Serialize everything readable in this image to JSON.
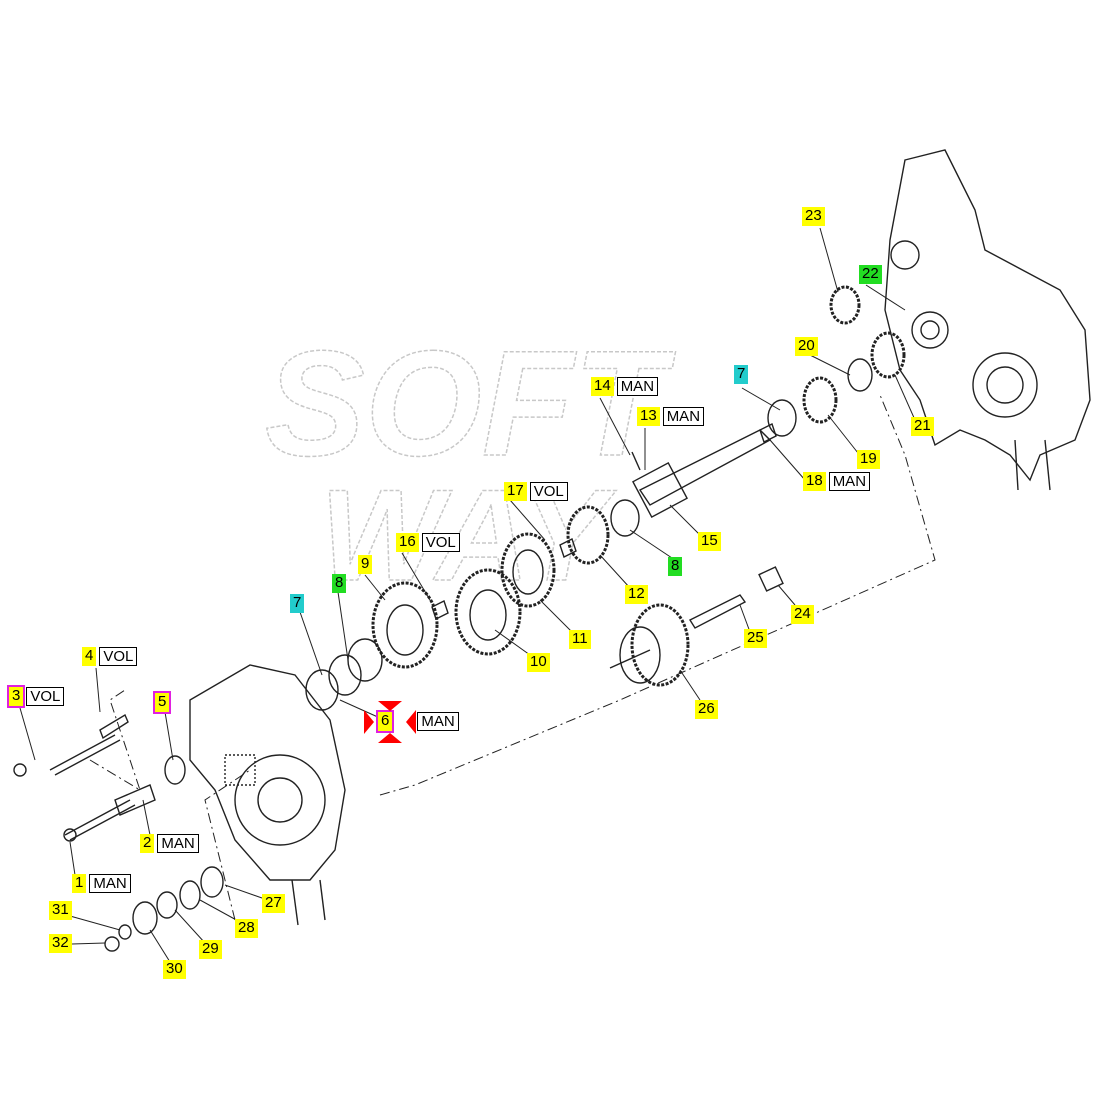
{
  "watermark": {
    "line1": "SOFT",
    "line2": "WAY"
  },
  "labels": [
    {
      "num": "1",
      "tag": "MAN",
      "color": "yellow"
    },
    {
      "num": "2",
      "tag": "MAN",
      "color": "yellow"
    },
    {
      "num": "3",
      "tag": "VOL",
      "color": "yellow",
      "selected": true
    },
    {
      "num": "4",
      "tag": "VOL",
      "color": "yellow"
    },
    {
      "num": "5",
      "color": "yellow",
      "selected": true
    },
    {
      "num": "6",
      "tag": "MAN",
      "color": "yellow",
      "selected": true,
      "active": true
    },
    {
      "num": "7",
      "color": "cyan"
    },
    {
      "num": "7",
      "color": "cyan"
    },
    {
      "num": "8",
      "color": "green"
    },
    {
      "num": "8",
      "color": "green"
    },
    {
      "num": "9",
      "color": "yellow"
    },
    {
      "num": "10",
      "color": "yellow"
    },
    {
      "num": "11",
      "color": "yellow"
    },
    {
      "num": "12",
      "color": "yellow"
    },
    {
      "num": "13",
      "tag": "MAN",
      "color": "yellow"
    },
    {
      "num": "14",
      "tag": "MAN",
      "color": "yellow"
    },
    {
      "num": "15",
      "color": "yellow"
    },
    {
      "num": "16",
      "tag": "VOL",
      "color": "yellow"
    },
    {
      "num": "17",
      "tag": "VOL",
      "color": "yellow"
    },
    {
      "num": "18",
      "tag": "MAN",
      "color": "yellow"
    },
    {
      "num": "19",
      "color": "yellow"
    },
    {
      "num": "20",
      "color": "yellow"
    },
    {
      "num": "21",
      "color": "yellow"
    },
    {
      "num": "22",
      "color": "green"
    },
    {
      "num": "23",
      "color": "yellow"
    },
    {
      "num": "24",
      "color": "yellow"
    },
    {
      "num": "25",
      "color": "yellow"
    },
    {
      "num": "26",
      "color": "yellow"
    },
    {
      "num": "27",
      "color": "yellow"
    },
    {
      "num": "28",
      "color": "yellow"
    },
    {
      "num": "29",
      "color": "yellow"
    },
    {
      "num": "30",
      "color": "yellow"
    },
    {
      "num": "31",
      "color": "yellow"
    },
    {
      "num": "32",
      "color": "yellow"
    }
  ],
  "colors": {
    "yellow": "#ffff00",
    "green": "#22dd22",
    "cyan": "#22cccc",
    "selected": "#e020e0",
    "marker": "#ff0000"
  }
}
